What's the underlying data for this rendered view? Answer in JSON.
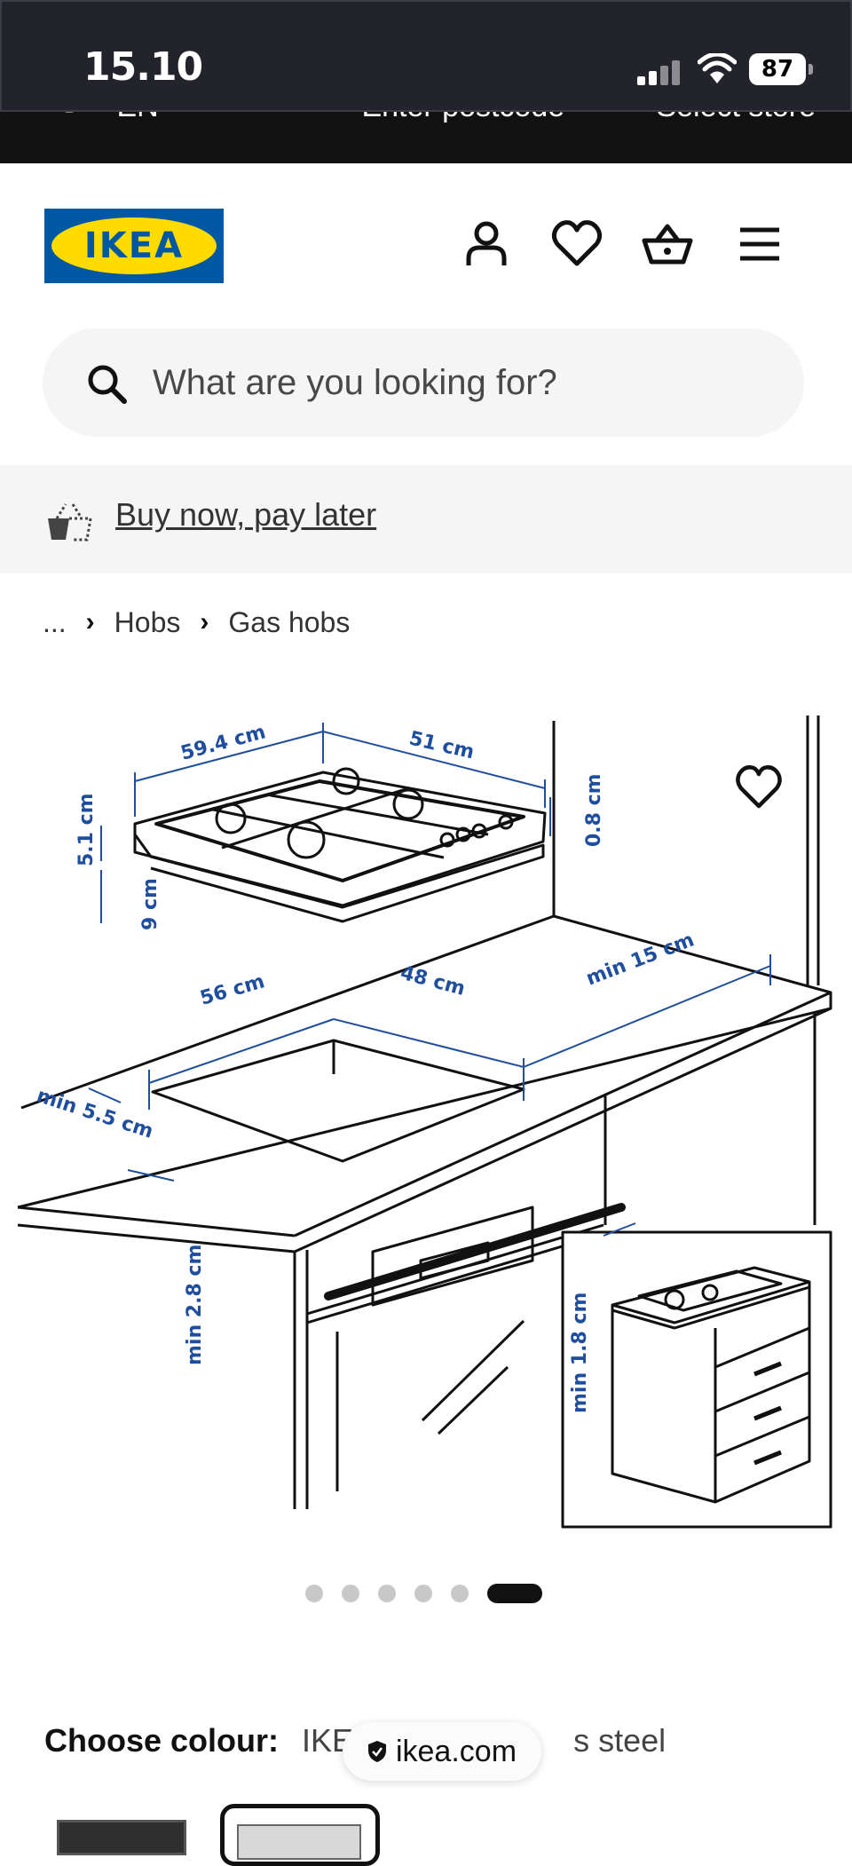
{
  "status_bar": {
    "time": "15.10",
    "battery": "87"
  },
  "top_strip": {
    "language": "EN",
    "postcode": "Enter postcode",
    "store": "Select store"
  },
  "header": {
    "logo": "IKEA"
  },
  "search": {
    "placeholder": "What are you looking for?"
  },
  "promo": {
    "bnpl": "Buy now, pay later"
  },
  "breadcrumb": {
    "ellipsis": "...",
    "items": [
      "Hobs",
      "Gas hobs"
    ]
  },
  "drawing": {
    "dims": [
      "59.4 cm",
      "51 cm",
      "0.8 cm",
      "5.1 cm",
      "9 cm",
      "56 cm",
      "48 cm",
      "min 15 cm",
      "min 5.5 cm",
      "min 2.8 cm",
      "min 1.8 cm"
    ]
  },
  "carousel": {
    "count": 6,
    "active_index": 5
  },
  "colour": {
    "label": "Choose colour:",
    "value_start": "IKE",
    "value_end": "s steel"
  },
  "browser": {
    "url": "ikea.com"
  },
  "colors": {
    "ikea_blue": "#0058a3",
    "ikea_yellow": "#ffdb00",
    "dim_blue": "#1f4e9e"
  }
}
